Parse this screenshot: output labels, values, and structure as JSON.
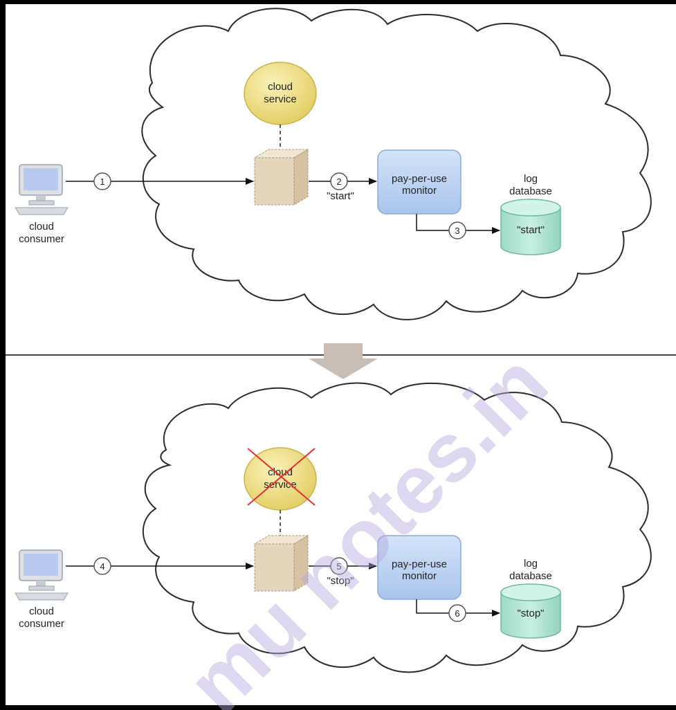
{
  "watermark": "mu notes.in",
  "colors": {
    "frame": "#000000",
    "cloud_fill": "#ffffff",
    "cloud_stroke": "#2a2a2a",
    "service_fill": "#ead97a",
    "service_stroke": "#c8b24a",
    "monitor_fill": "#bcd4f2",
    "monitor_stroke": "#8ea9d4",
    "database_fill": "#b6e6d6",
    "database_stroke": "#6fb8a2",
    "agent_fill": "#e6d5bd",
    "cross": "#e03030",
    "transition_arrow": "#c9beb6",
    "watermark": "#b4a6de"
  },
  "panels": [
    {
      "id": "top",
      "service_label_lines": [
        "cloud",
        "service"
      ],
      "service_crossed": false,
      "consumer_label_lines": [
        "cloud",
        "consumer"
      ],
      "monitor_label_lines": [
        "pay-per-use",
        "monitor"
      ],
      "database_label_lines": [
        "log",
        "database"
      ],
      "database_value": "\"start\"",
      "step_a": "1",
      "step_b": "2",
      "step_c": "3",
      "message": "\"start\""
    },
    {
      "id": "bottom",
      "service_label_lines": [
        "cloud",
        "service"
      ],
      "service_crossed": true,
      "consumer_label_lines": [
        "cloud",
        "consumer"
      ],
      "monitor_label_lines": [
        "pay-per-use",
        "monitor"
      ],
      "database_label_lines": [
        "log",
        "database"
      ],
      "database_value": "\"stop\"",
      "step_a": "4",
      "step_b": "5",
      "step_c": "6",
      "message": "\"stop\""
    }
  ]
}
